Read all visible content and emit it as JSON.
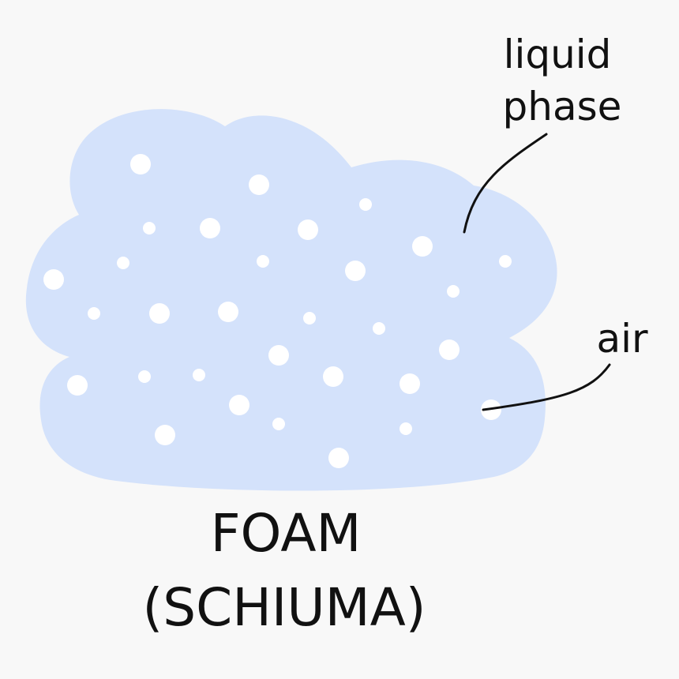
{
  "labels": {
    "liquid_line1": "liquid",
    "liquid_line2": "phase",
    "air": "air",
    "title_line1": "FOAM",
    "title_line2": "(SCHIUMA)"
  },
  "colors": {
    "background": "#f8f8f8",
    "foam": "#d4e2fb",
    "bubble": "#ffffff",
    "ink": "#111111"
  }
}
